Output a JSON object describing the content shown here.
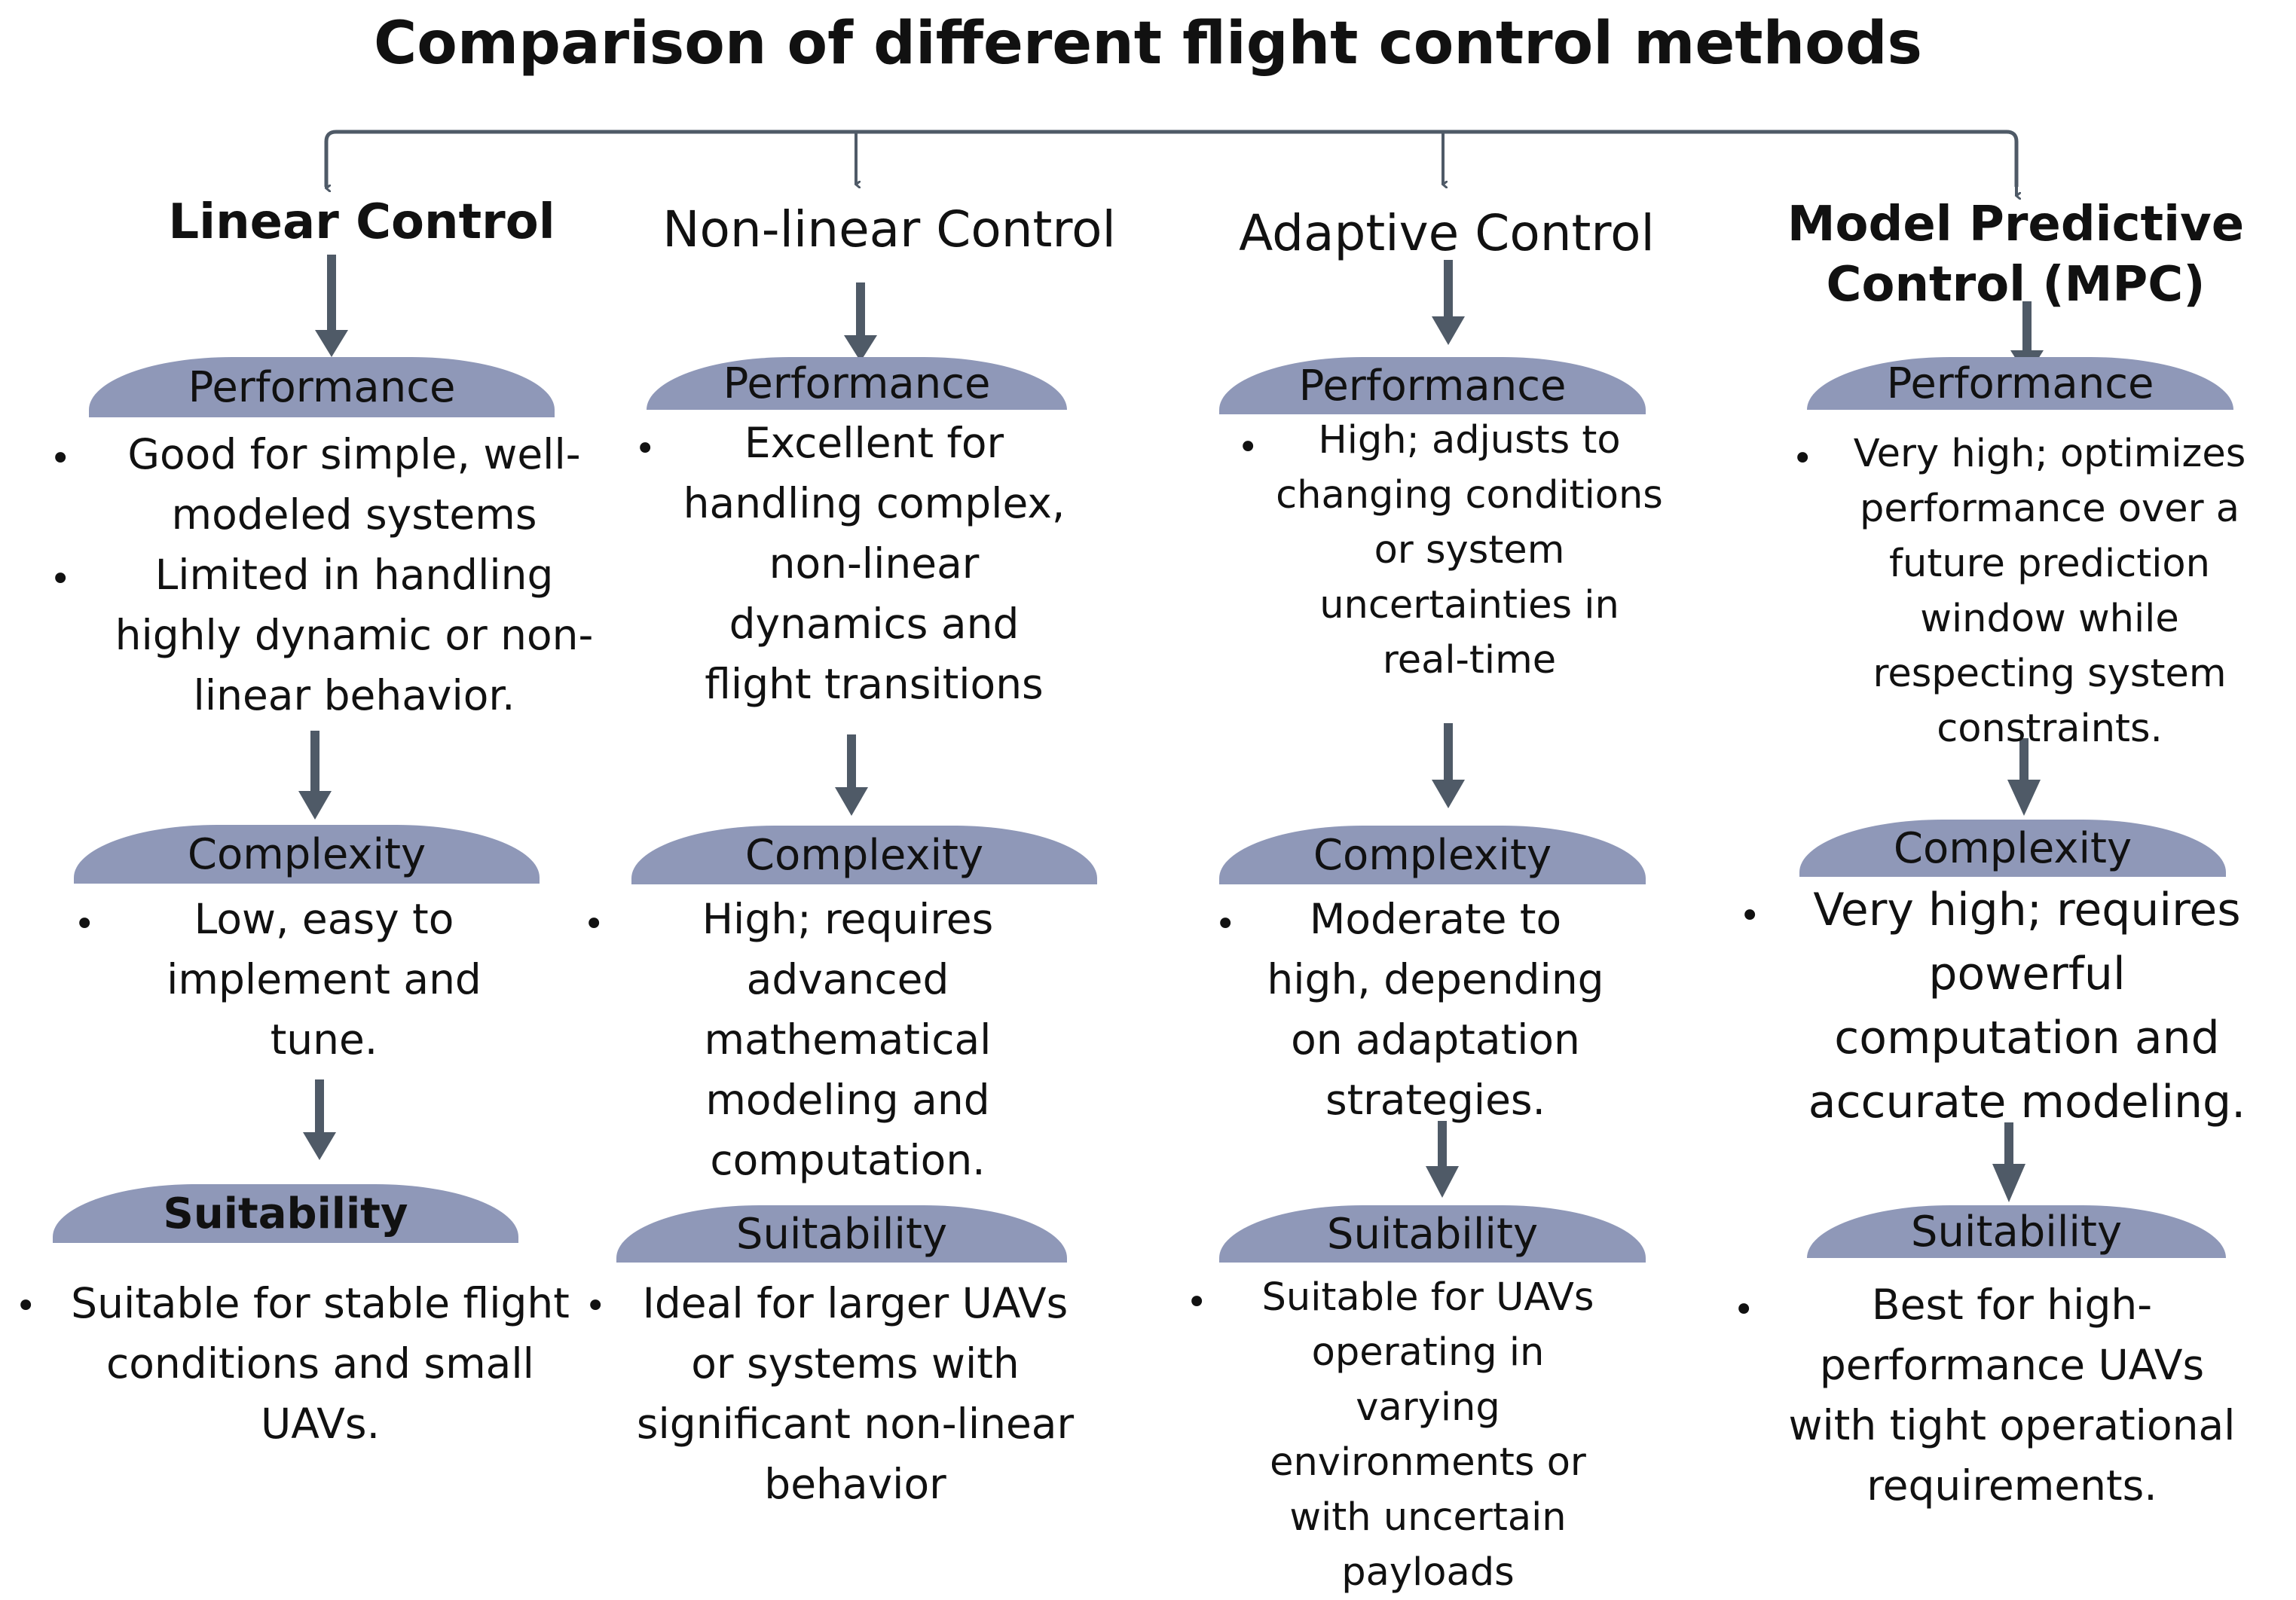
{
  "title": "Comparison of different flight control methods",
  "bullet_glyph": "•",
  "colors": {
    "pill_fill": "#8f98b8",
    "arrow": "#4f5a67",
    "connector": "#4f5a67"
  },
  "methods": [
    {
      "name": "Linear Control",
      "performance": {
        "label": "Performance",
        "text": "Good for simple, well-modeled systems\nLimited in handling highly dynamic or non-linear behavior."
      },
      "complexity": {
        "label": "Complexity",
        "text": "Low, easy to implement and tune."
      },
      "suitability": {
        "label": "Suitability",
        "text": "Suitable for stable flight conditions and small UAVs."
      }
    },
    {
      "name": "Non-linear Control",
      "performance": {
        "label": "Performance",
        "text": "Excellent for handling complex, non-linear dynamics and flight transitions"
      },
      "complexity": {
        "label": "Complexity",
        "text": "High; requires advanced mathematical modeling and computation."
      },
      "suitability": {
        "label": "Suitability",
        "text": "Ideal for larger UAVs or systems with significant non-linear behavior"
      }
    },
    {
      "name": "Adaptive Control",
      "performance": {
        "label": "Performance",
        "text": "High; adjusts to changing conditions or system uncertainties in real-time"
      },
      "complexity": {
        "label": "Complexity",
        "text": "Moderate to high, depending on adaptation strategies."
      },
      "suitability": {
        "label": "Suitability",
        "text": "Suitable for UAVs operating in varying environments or with uncertain payloads"
      }
    },
    {
      "name": "Model Predictive Control (MPC)",
      "performance": {
        "label": "Performance",
        "text": "Very high; optimizes performance over a future prediction window while respecting system constraints."
      },
      "complexity": {
        "label": "Complexity",
        "text": "Very high; requires powerful computation and accurate modeling."
      },
      "suitability": {
        "label": "Suitability",
        "text": "Best for high-performance UAVs with tight operational requirements."
      }
    }
  ]
}
